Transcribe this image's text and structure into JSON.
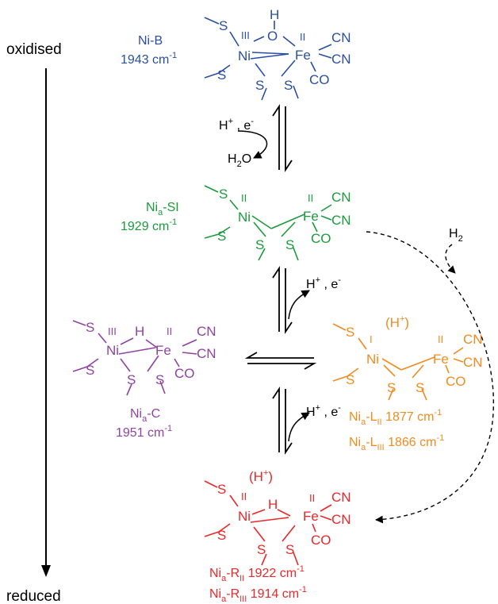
{
  "colors": {
    "ni_b": "#2b4fa0",
    "ni_si": "#1a9b3c",
    "ni_c": "#8e44a0",
    "ni_l": "#f08c20",
    "ni_r": "#e8282a",
    "black": "#000000"
  },
  "axis": {
    "top_label": "oxidised",
    "bottom_label": "reduced"
  },
  "atoms": {
    "s": "S",
    "o": "O",
    "h": "H",
    "ni": "Ni",
    "fe": "Fe",
    "cn": "CN",
    "co": "CO",
    "hplus": "(H",
    "plus": "+",
    "paren_close": ")"
  },
  "oxidation_states": {
    "ni_b_ni": "III",
    "ni_b_fe": "II",
    "ni_si_ni": "II",
    "ni_si_fe": "II",
    "ni_c_ni": "III",
    "ni_c_fe": "II",
    "ni_l_ni": "I",
    "ni_l_fe": "II",
    "ni_r_ni": "II",
    "ni_r_fe": "II"
  },
  "states": {
    "ni_b": {
      "name": "Ni-B",
      "freq": "1943 cm",
      "exp": "-1"
    },
    "ni_si": {
      "name_pre": "Ni",
      "name_sub": "a",
      "name_post": "-SI",
      "freq": "1929 cm",
      "exp": "-1"
    },
    "ni_c": {
      "name_pre": "Ni",
      "name_sub": "a",
      "name_post": "-C",
      "freq": "1951 cm",
      "exp": "-1"
    },
    "ni_l": {
      "lines": [
        {
          "pre": "Ni",
          "sub": "a",
          "mid": "-L",
          "sub2": "II",
          "freq": " 1877 cm",
          "exp": "-1"
        },
        {
          "pre": "Ni",
          "sub": "a",
          "mid": "-L",
          "sub2": "III",
          "freq": " 1866 cm",
          "exp": "-1"
        }
      ]
    },
    "ni_r": {
      "lines": [
        {
          "pre": "Ni",
          "sub": "a",
          "mid": "-R",
          "sub2": "II",
          "freq": " 1922 cm",
          "exp": "-1"
        },
        {
          "pre": "Ni",
          "sub": "a",
          "mid": "-R",
          "sub2": "III",
          "freq": " 1914 cm",
          "exp": "-1"
        }
      ]
    }
  },
  "reactions": {
    "r1_h": "H",
    "r1_hsup": "+",
    "r1_comma": " , e",
    "r1_esup": "-",
    "r1_water_h": "H",
    "r1_water_sub": "2",
    "r1_water_o": "O",
    "r2_h": "H",
    "r2_hsup": "+",
    "r2_comma": " , e",
    "r2_esup": "-",
    "r3_h": "H",
    "r3_hsup": "+",
    "r3_comma": " , e",
    "r3_esup": "-",
    "h2_h": "H",
    "h2_sub": "2"
  }
}
